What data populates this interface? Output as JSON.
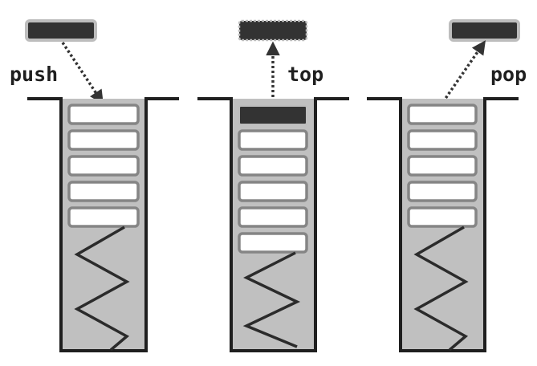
{
  "diagram": {
    "operations": [
      {
        "id": "push",
        "label": "push",
        "slot_count": 5,
        "arrow_direction": "into-stack",
        "top_element_highlighted": false
      },
      {
        "id": "top",
        "label": "top",
        "slot_count": 5,
        "arrow_direction": "out-of-stack",
        "top_element_highlighted": true
      },
      {
        "id": "pop",
        "label": "pop",
        "slot_count": 5,
        "arrow_direction": "out-of-stack",
        "top_element_highlighted": false
      }
    ]
  },
  "colors": {
    "outline": "#1f1f1f",
    "container_fill": "#c0c0c0",
    "slot_fill": "#ffffff",
    "slot_border": "#858585",
    "element_fill": "#333333",
    "element_border": "#bdbdbd",
    "arrow": "#333333",
    "label": "#1f1f1f"
  }
}
